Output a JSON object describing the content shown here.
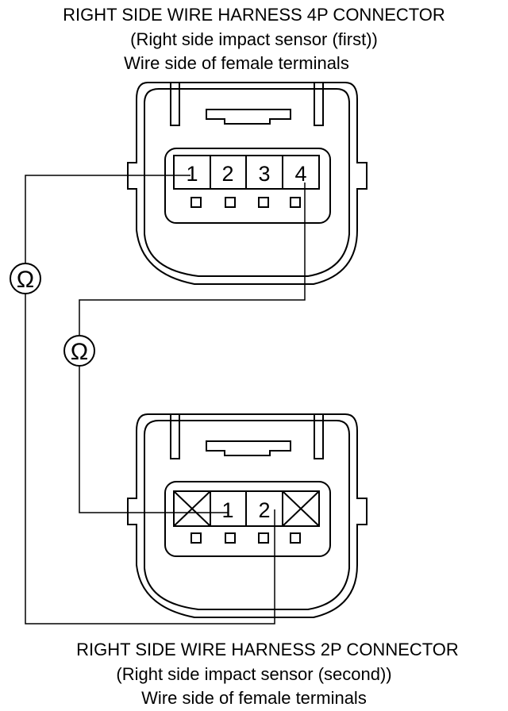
{
  "top_connector": {
    "title": "RIGHT SIDE WIRE HARNESS 4P CONNECTOR",
    "subtitle": "(Right side impact sensor (first))",
    "note": "Wire side of female terminals",
    "pins": [
      "1",
      "2",
      "3",
      "4"
    ]
  },
  "bottom_connector": {
    "title": "RIGHT SIDE WIRE HARNESS 2P CONNECTOR",
    "subtitle": "(Right side impact sensor (second))",
    "note": "Wire side of female terminals",
    "pins": [
      "1",
      "2"
    ]
  },
  "meters": {
    "symbol": "Ω"
  }
}
